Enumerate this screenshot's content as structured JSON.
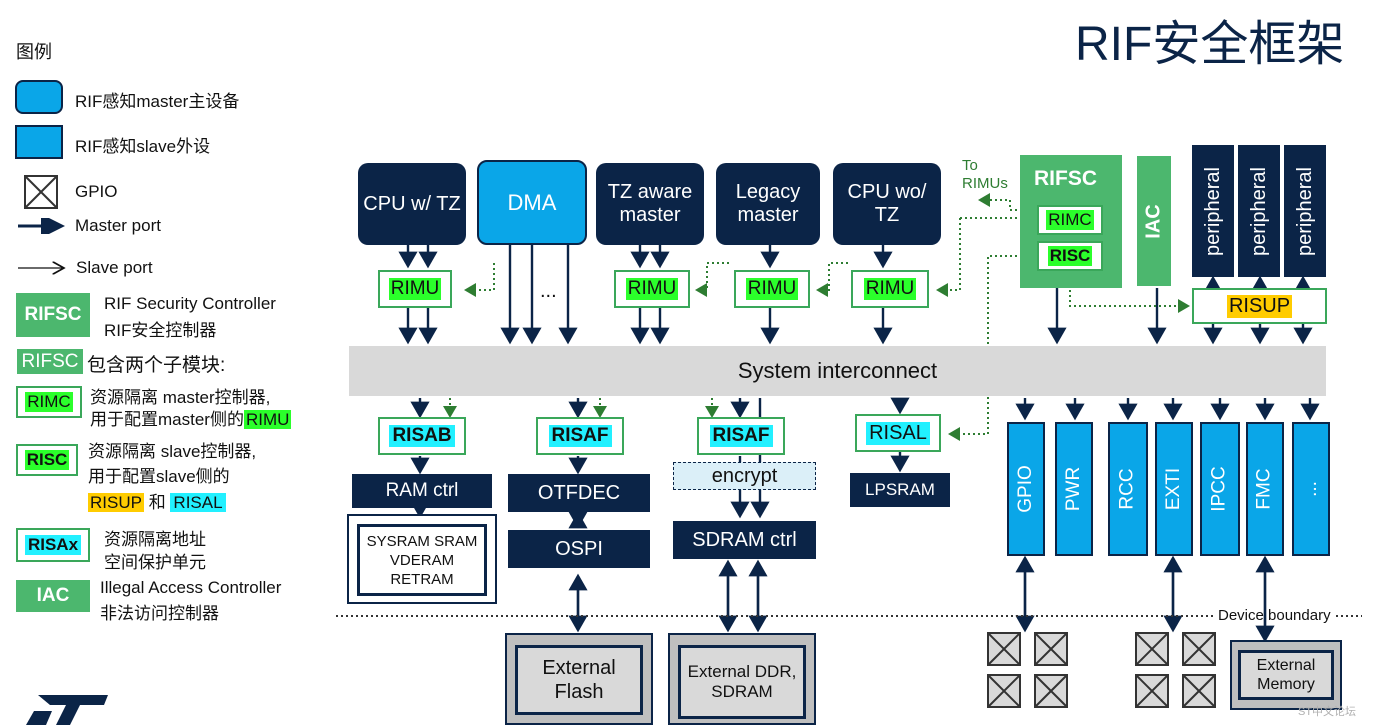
{
  "title": "RIF安全框架",
  "legend": {
    "heading": "图例",
    "master_device": "RIF感知master主设备",
    "slave_device": "RIF感知slave外设",
    "gpio": "GPIO",
    "master_port": "Master port",
    "slave_port": "Slave port",
    "rifsc_tag": "RIFSC",
    "rifsc_desc_en": "RIF Security Controller",
    "rifsc_desc_cn": "RIF安全控制器",
    "rifsc_sub_tag": "RIFSC",
    "rifsc_sub_text": "包含两个子模块:",
    "rimc_tag": "RIMC",
    "rimc_desc_1": "资源隔离 master控制器,",
    "rimc_desc_2a": "用于配置master侧的",
    "rimc_desc_2b": "RIMU",
    "risc_tag": "RISC",
    "risc_desc_1": "资源隔离 slave控制器,",
    "risc_desc_2": "用于配置slave侧的",
    "risc_desc_3a": "RISUP",
    "risc_desc_3b": " 和 ",
    "risc_desc_3c": "RISAL",
    "risax_tag": "RISAx",
    "risax_desc_1": "资源隔离地址",
    "risax_desc_2": "空间保护单元",
    "iac_tag": "IAC",
    "iac_desc_en": "Illegal Access Controller",
    "iac_desc_cn": "非法访问控制器"
  },
  "masters": {
    "cpu_tz": "CPU w/ TZ",
    "dma": "DMA",
    "tz_aware": "TZ aware master",
    "legacy": "Legacy master",
    "cpu_wo_tz": "CPU wo/ TZ",
    "ellipsis": "..."
  },
  "rimu": "RIMU",
  "rifsc": {
    "title": "RIFSC",
    "rimc": "RIMC",
    "risc": "RISC",
    "to_rimus": "To RIMUs"
  },
  "iac": "IAC",
  "peripheral": "peripheral",
  "risup": "RISUP",
  "interconnect": "System interconnect",
  "risab": "RISAB",
  "risaf": "RISAF",
  "risal": "RISAL",
  "ram_ctrl": "RAM ctrl",
  "sysram": "SYSRAM SRAM VDERAM RETRAM",
  "otfdec": "OTFDEC",
  "ospi": "OSPI",
  "encrypt": "encrypt",
  "sdram_ctrl": "SDRAM ctrl",
  "lpsram": "LPSRAM",
  "slaves": [
    "GPIO",
    "PWR",
    "RCC",
    "EXTI",
    "IPCC",
    "FMC",
    "..."
  ],
  "device_boundary": "Device boundary",
  "ext_flash": "External Flash",
  "ext_ddr": "External DDR, SDRAM",
  "ext_memory": "External Memory",
  "watermark": "ST中文论坛",
  "colors": {
    "navy": "#0b2447",
    "cyan_blue": "#0aa6e8",
    "green": "#4cb76e",
    "rimu_green": "#2bff2b",
    "risax_cyan": "#22f0ff",
    "risup_yellow": "#ffcc00",
    "interconnect_gray": "#d9d9d9"
  }
}
